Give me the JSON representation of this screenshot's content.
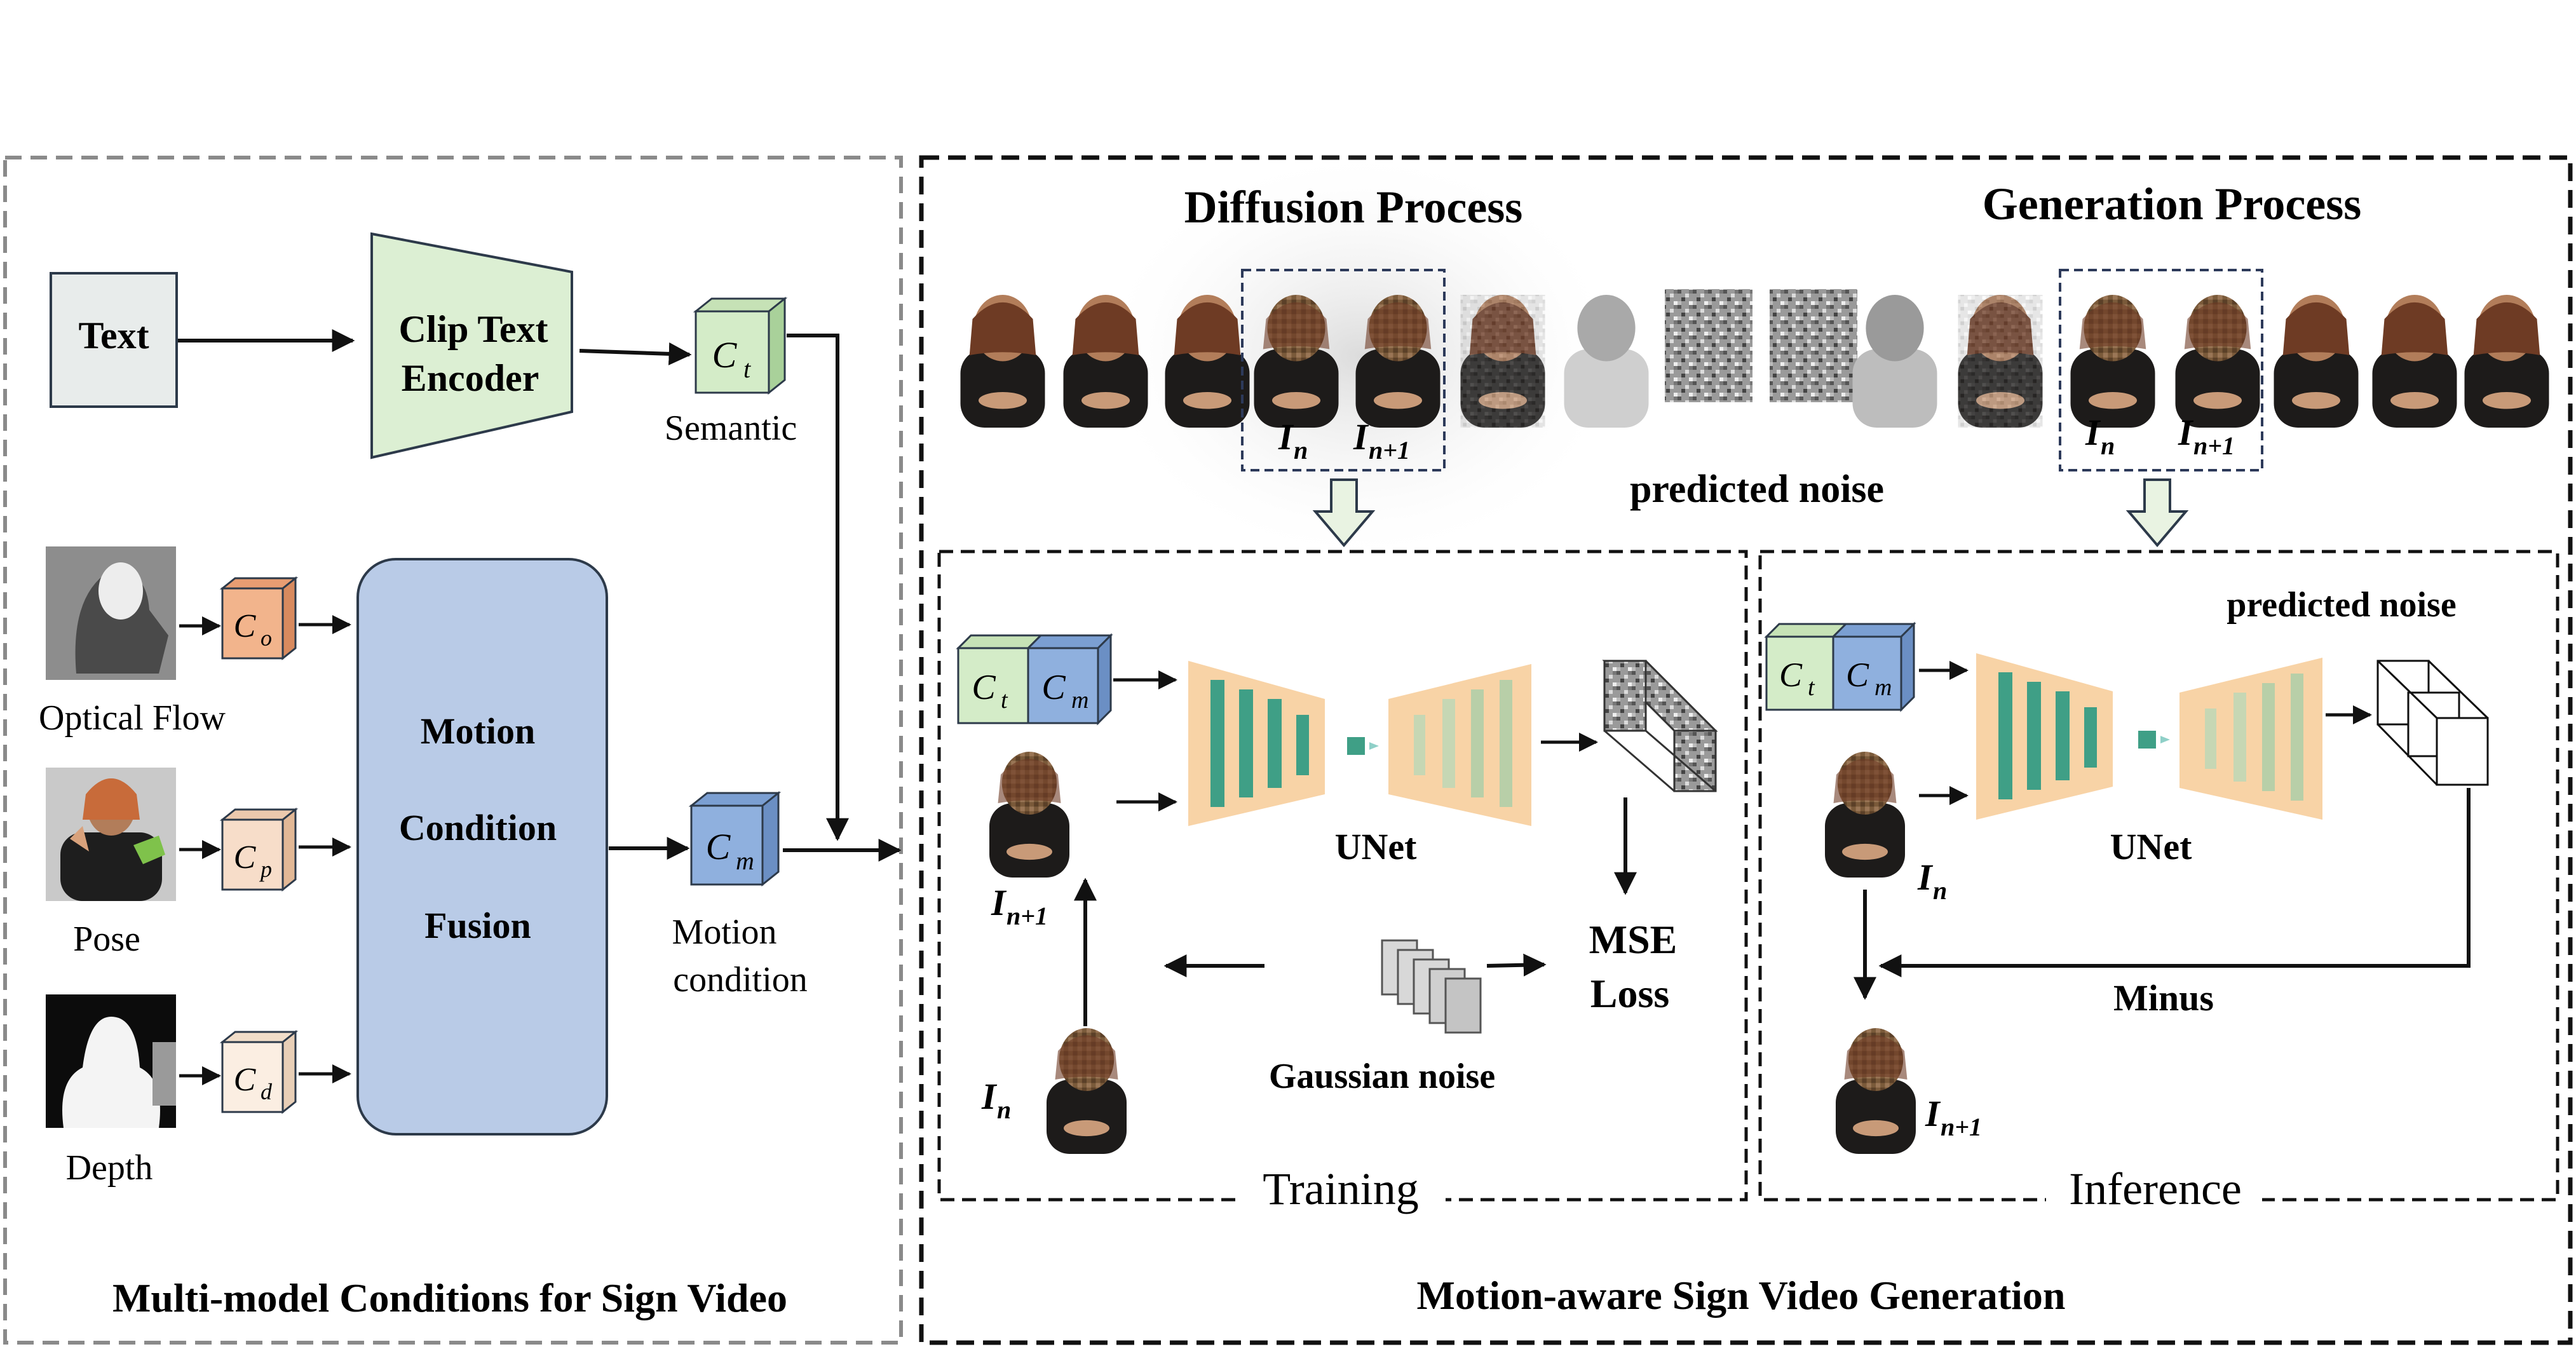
{
  "left_panel": {
    "title": "Multi-model Conditions for Sign Video",
    "text_box": "Text",
    "encoder_line1": "Clip Text",
    "encoder_line2": "Encoder",
    "semantic_label": "Semantic",
    "fusion_line1": "Motion",
    "fusion_line2": "Condition",
    "fusion_line3": "Fusion",
    "motion_label_line1": "Motion",
    "motion_label_line2": "condition",
    "inputs": [
      {
        "label": "Optical Flow",
        "cond": "o"
      },
      {
        "label": "Pose",
        "cond": "p"
      },
      {
        "label": "Depth",
        "cond": "d"
      }
    ],
    "cond_letter": "C",
    "ct_sub": "t",
    "cm_sub": "m"
  },
  "right_panel": {
    "title": "Motion-aware Sign Video Generation",
    "diffusion_title": "Diffusion Process",
    "generation_title": "Generation Process",
    "predicted_noise_top": "predicted noise",
    "frame_n": "I",
    "sub_n": "n",
    "sub_n1": "n+1",
    "training": {
      "title": "Training",
      "unet": "UNet",
      "mse_line1": "MSE",
      "mse_line2": "Loss",
      "gaussian": "Gaussian noise"
    },
    "inference": {
      "title": "Inference",
      "unet": "UNet",
      "predicted_noise": "predicted noise",
      "minus": "Minus"
    }
  },
  "colors": {
    "text_box": "#e8eceb",
    "encoder": "#dcefd3",
    "fusion": "#b9cbe7",
    "ct": "#d4ecc8",
    "cm": "#8fb0de",
    "co": "#f2b48c",
    "cp": "#f7ddc9",
    "cd": "#fbeee2",
    "unet_body": "#f8d3a6",
    "unet_bar": "#3f9f86"
  }
}
